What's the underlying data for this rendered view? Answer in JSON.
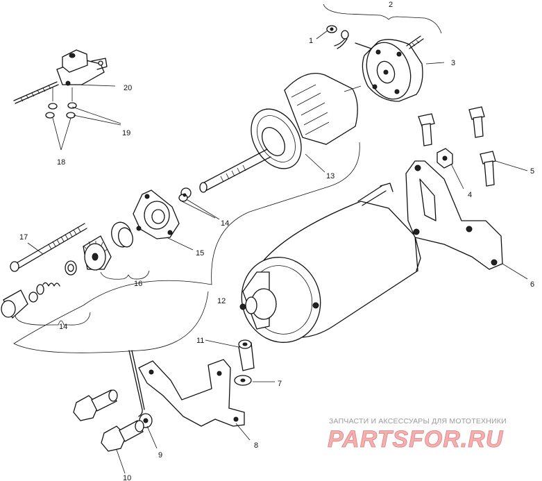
{
  "callouts": {
    "c1": "1",
    "c2": "2",
    "c3": "3",
    "c4": "4",
    "c5": "5",
    "c6": "6",
    "c7": "7",
    "c8": "8",
    "c9": "9",
    "c10": "10",
    "c11": "11",
    "c12": "12",
    "c13": "13",
    "c14a": "14",
    "c14b": "14",
    "c15": "15",
    "c16": "16",
    "c17": "17",
    "c18": "18",
    "c19": "19",
    "c20": "20"
  },
  "watermark": {
    "tagline": "ЗАПЧАСТИ И АКСЕССУАРЫ ДЛЯ МОТОТЕХНИКИ",
    "brand": "PARTSFOR.RU"
  }
}
